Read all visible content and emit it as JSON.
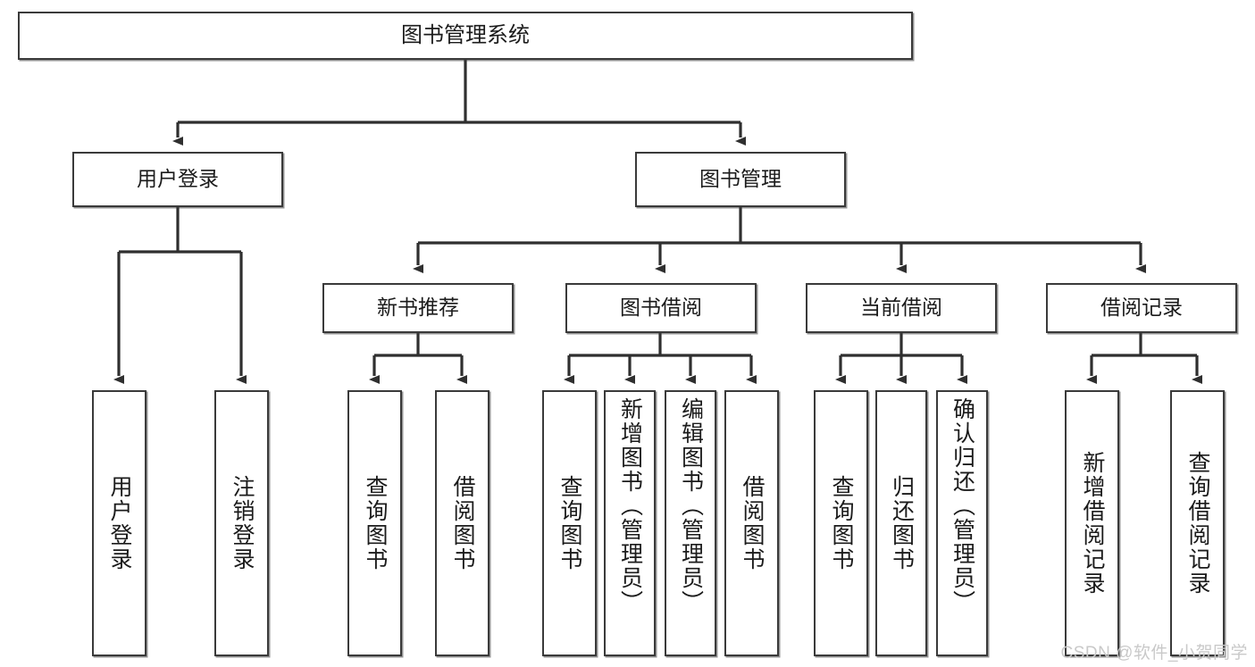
{
  "diagram": {
    "title": "图书管理系统",
    "type": "tree",
    "root": {
      "id": "root",
      "label": "图书管理系统"
    },
    "level2": [
      {
        "id": "user-login",
        "label": "用户登录"
      },
      {
        "id": "book-manage",
        "label": "图书管理"
      }
    ],
    "level3": [
      {
        "id": "new-book-rec",
        "label": "新书推荐"
      },
      {
        "id": "book-borrow",
        "label": "图书借阅"
      },
      {
        "id": "current-borrow",
        "label": "当前借阅"
      },
      {
        "id": "borrow-record",
        "label": "借阅记录"
      }
    ],
    "leaves": [
      {
        "id": "leaf-user-login",
        "label": "用户登录",
        "parent": "user-login"
      },
      {
        "id": "leaf-user-logout",
        "label": "注销登录",
        "parent": "user-login"
      },
      {
        "id": "leaf-query-book-1",
        "label": "查询图书",
        "parent": "new-book-rec"
      },
      {
        "id": "leaf-borrow-book-1",
        "label": "借阅图书",
        "parent": "new-book-rec"
      },
      {
        "id": "leaf-query-book-2",
        "label": "查询图书",
        "parent": "book-borrow"
      },
      {
        "id": "leaf-add-book",
        "label": "新增图书（管理员）",
        "parent": "book-borrow"
      },
      {
        "id": "leaf-edit-book",
        "label": "编辑图书（管理员）",
        "parent": "book-borrow"
      },
      {
        "id": "leaf-borrow-book-2",
        "label": "借阅图书",
        "parent": "book-borrow"
      },
      {
        "id": "leaf-query-book-3",
        "label": "查询图书",
        "parent": "current-borrow"
      },
      {
        "id": "leaf-return-book",
        "label": "归还图书",
        "parent": "current-borrow"
      },
      {
        "id": "leaf-confirm-return",
        "label": "确认归还（管理员）",
        "parent": "current-borrow"
      },
      {
        "id": "leaf-add-record",
        "label": "新增借阅记录",
        "parent": "borrow-record"
      },
      {
        "id": "leaf-query-record",
        "label": "查询借阅记录",
        "parent": "borrow-record"
      }
    ]
  },
  "watermark": {
    "text": "CSDN @软件_小贺同学"
  },
  "colors": {
    "border": "#3a3a3a",
    "background": "#ffffff",
    "text": "#1b1b1b",
    "connector": "#2f2f2f",
    "watermark": "#c9c9c9"
  }
}
